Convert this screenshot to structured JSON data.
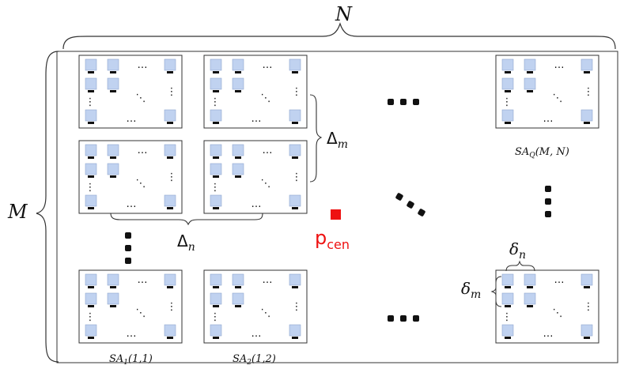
{
  "colors": {
    "element_fill": "#c0d2f0",
    "element_stroke": "#8ea6cf",
    "feed": "#111111",
    "panel_stroke": "#333333",
    "center": "#ee1111",
    "text": "#111111"
  },
  "labels": {
    "N": "N",
    "M": "M",
    "delta_m_big": "Δm",
    "delta_n_big": "Δn",
    "delta_n_small": "δn",
    "delta_m_small": "δm",
    "p_cen": "pcen",
    "sa_1": "SA1(1,1)",
    "sa_2": "SA2(1,2)",
    "sa_q": "SAQ(M,N)"
  },
  "glyphs": {
    "hdots": "…",
    "vdots": "⋮",
    "ddots": "⋱"
  }
}
